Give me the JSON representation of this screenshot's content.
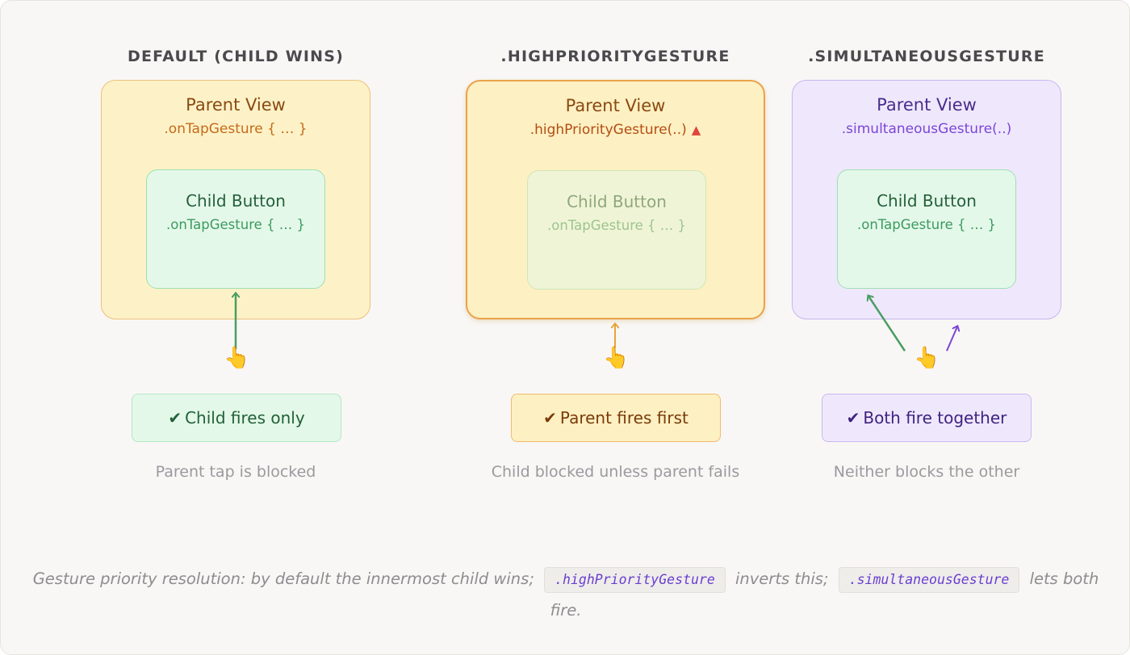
{
  "columns": [
    {
      "title": "DEFAULT (CHILD WINS)",
      "parent_title": "Parent View",
      "parent_code": ".onTapGesture { … }",
      "child_title": "Child Button",
      "child_code": ".onTapGesture { … }",
      "result": "Child fires only",
      "note": "Parent tap is blocked"
    },
    {
      "title": ".HIGHPRIORITYGESTURE",
      "parent_title": "Parent View",
      "parent_code": ".highPriorityGesture(..)",
      "child_title": "Child Button",
      "child_code": ".onTapGesture { … }",
      "result": "Parent fires first",
      "note": "Child blocked unless parent fails"
    },
    {
      "title": ".SIMULTANEOUSGESTURE",
      "parent_title": "Parent View",
      "parent_code": ".simultaneousGesture(..)",
      "child_title": "Child Button",
      "child_code": ".onTapGesture { … }",
      "result": "Both fire together",
      "note": "Neither blocks the other"
    }
  ],
  "icons": {
    "check": "✔",
    "warning": "▲",
    "hand": "👆"
  },
  "caption": {
    "part1": "Gesture priority resolution: by default the innermost child wins;",
    "code1": ".highPriorityGesture",
    "part2": "inverts this;",
    "code2": ".simultaneousGesture",
    "part3": "lets both fire."
  },
  "colors": {
    "child_arrow": "#4b9d62",
    "parent_arrow": "#e9a23b",
    "simultaneous_arrow": "#7b45d6"
  }
}
